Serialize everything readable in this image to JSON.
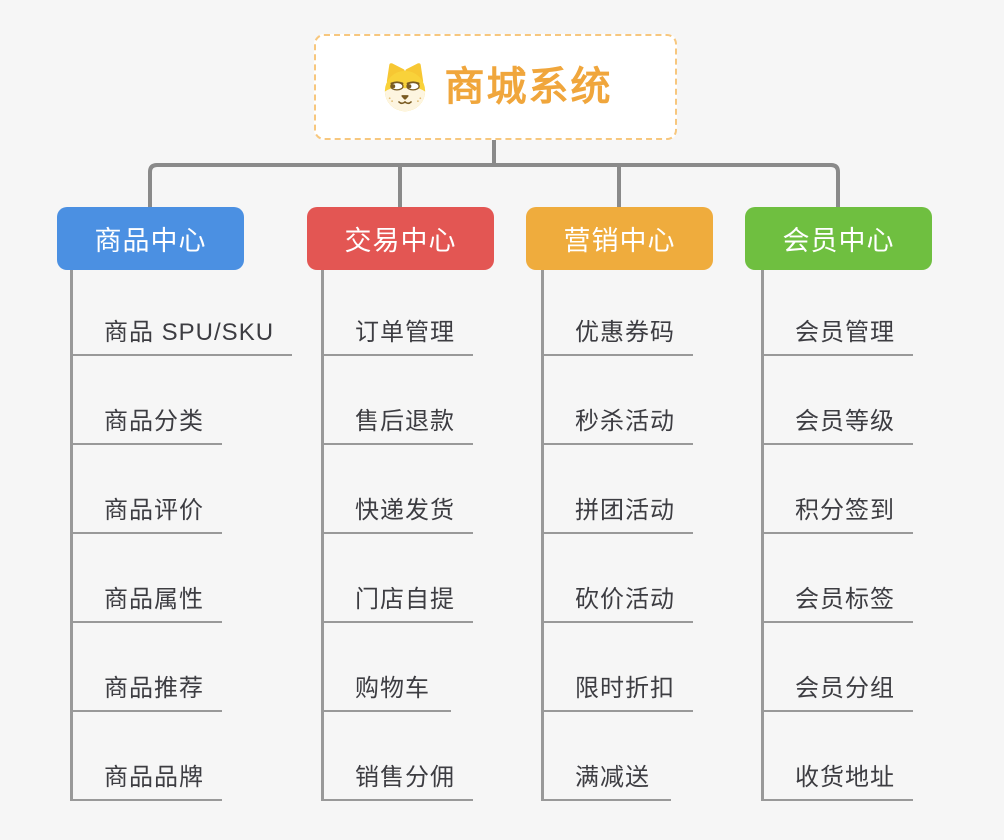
{
  "root": {
    "title": "商城系统",
    "icon": "dog-face-icon"
  },
  "colors": {
    "root_text": "#f0a63c",
    "root_border": "#f7c77e",
    "connector": "#8a8a8a",
    "leaf_line": "#999999",
    "leaf_text": "#3d3d42",
    "branch_product": "#4b90e2",
    "branch_trade": "#e35653",
    "branch_marketing": "#efac3d",
    "branch_member": "#6fbf40",
    "background": "#f6f6f6"
  },
  "branches": [
    {
      "label": "商品中心",
      "color": "#4b90e2",
      "children": [
        "商品 SPU/SKU",
        "商品分类",
        "商品评价",
        "商品属性",
        "商品推荐",
        "商品品牌"
      ]
    },
    {
      "label": "交易中心",
      "color": "#e35653",
      "children": [
        "订单管理",
        "售后退款",
        "快递发货",
        "门店自提",
        "购物车",
        "销售分佣"
      ]
    },
    {
      "label": "营销中心",
      "color": "#efac3d",
      "children": [
        "优惠券码",
        "秒杀活动",
        "拼团活动",
        "砍价活动",
        "限时折扣",
        "满减送"
      ]
    },
    {
      "label": "会员中心",
      "color": "#6fbf40",
      "children": [
        "会员管理",
        "会员等级",
        "积分签到",
        "会员标签",
        "会员分组",
        "收货地址"
      ]
    }
  ]
}
